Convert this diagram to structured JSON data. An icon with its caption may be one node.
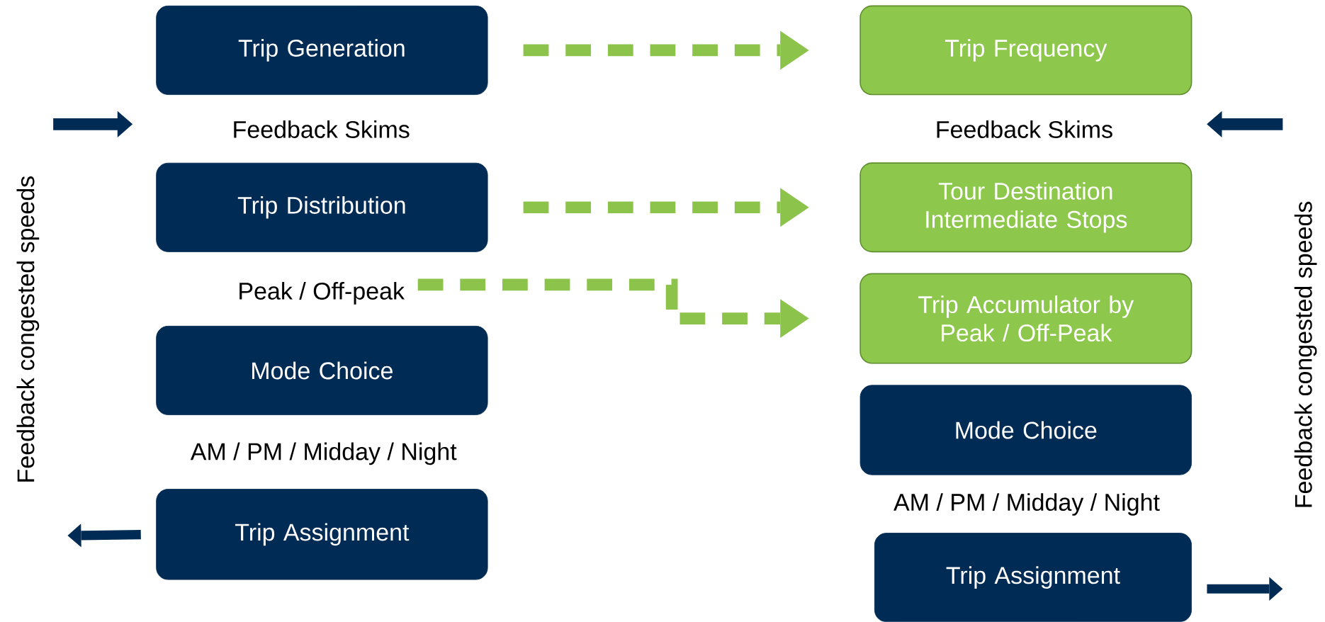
{
  "diagram": {
    "nodes": [
      {
        "text": [
          "Trip Generation"
        ]
      },
      {
        "text": [
          "Trip Frequency"
        ]
      },
      {
        "text": [
          "Trip Distribution"
        ]
      },
      {
        "text": [
          "Tour Destination Intermediate Stops"
        ]
      },
      {
        "text": [
          "Peak / Off-peak"
        ]
      },
      {
        "text": [
          "Trip Accumulator by Peak / Off-Peak"
        ]
      },
      {
        "text": [
          "Mode Choice"
        ]
      },
      {
        "text": [
          "Mode Choice"
        ]
      },
      {
        "text": [
          "Trip Assignment"
        ]
      },
      {
        "text": [
          "Trip Assignment"
        ]
      }
    ],
    "edges": [
      {
        "from": 0,
        "to": 1,
        "arrow": "to",
        "style": "dashed",
        "color": "#8cc34b"
      },
      {
        "from": 2,
        "to": 3,
        "arrow": "to",
        "style": "dashed",
        "color": "#8cc34b"
      },
      {
        "from": 4,
        "to": 5,
        "arrow": "to",
        "style": "dashed",
        "color": "#8cc34b"
      },
      {
        "from": 8,
        "to": null,
        "arrow": "to",
        "color": "#002b54"
      },
      {
        "from": 9,
        "to": null,
        "arrow": "to",
        "color": "#002b54"
      }
    ],
    "labels": [
      "Feedback Skims",
      "Feedback Skims",
      "AM / PM / Midday / Night",
      "AM / PM / Midday / Night",
      "Feedback congested speeds",
      "Feedback congested speeds"
    ]
  }
}
